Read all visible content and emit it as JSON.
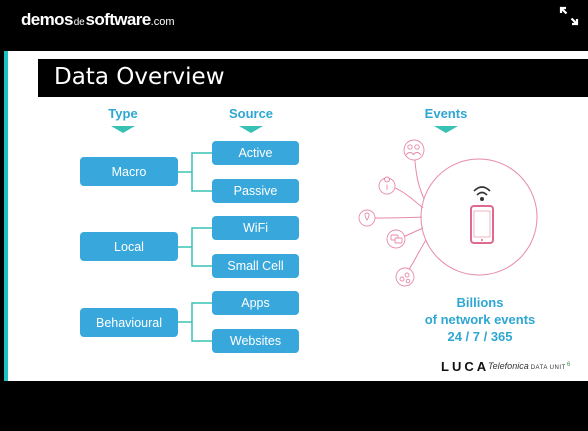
{
  "brand": {
    "part1": "demos",
    "part2": "de",
    "part3": "software",
    "part4": ".com"
  },
  "slide": {
    "title": "Data Overview",
    "headers": {
      "type": "Type",
      "source": "Source",
      "events": "Events"
    },
    "types": [
      {
        "label": "Macro",
        "sources": [
          "Active",
          "Passive"
        ]
      },
      {
        "label": "Local",
        "sources": [
          "WiFi",
          "Small Cell"
        ]
      },
      {
        "label": "Behavioural",
        "sources": [
          "Apps",
          "Websites"
        ]
      }
    ],
    "events_text": {
      "line1": "Billions",
      "line2": "of network events",
      "line3": "24 / 7 / 365"
    },
    "logos": {
      "luca": "LUCA",
      "telefonica": "Telefonica",
      "data_unit": "DATA UNIT"
    },
    "page_number": "6"
  },
  "colors": {
    "accent_teal": "#38c2b3",
    "box_blue": "#38a8dc",
    "text_blue": "#2ea7d2",
    "pink": "#e88aa8"
  }
}
